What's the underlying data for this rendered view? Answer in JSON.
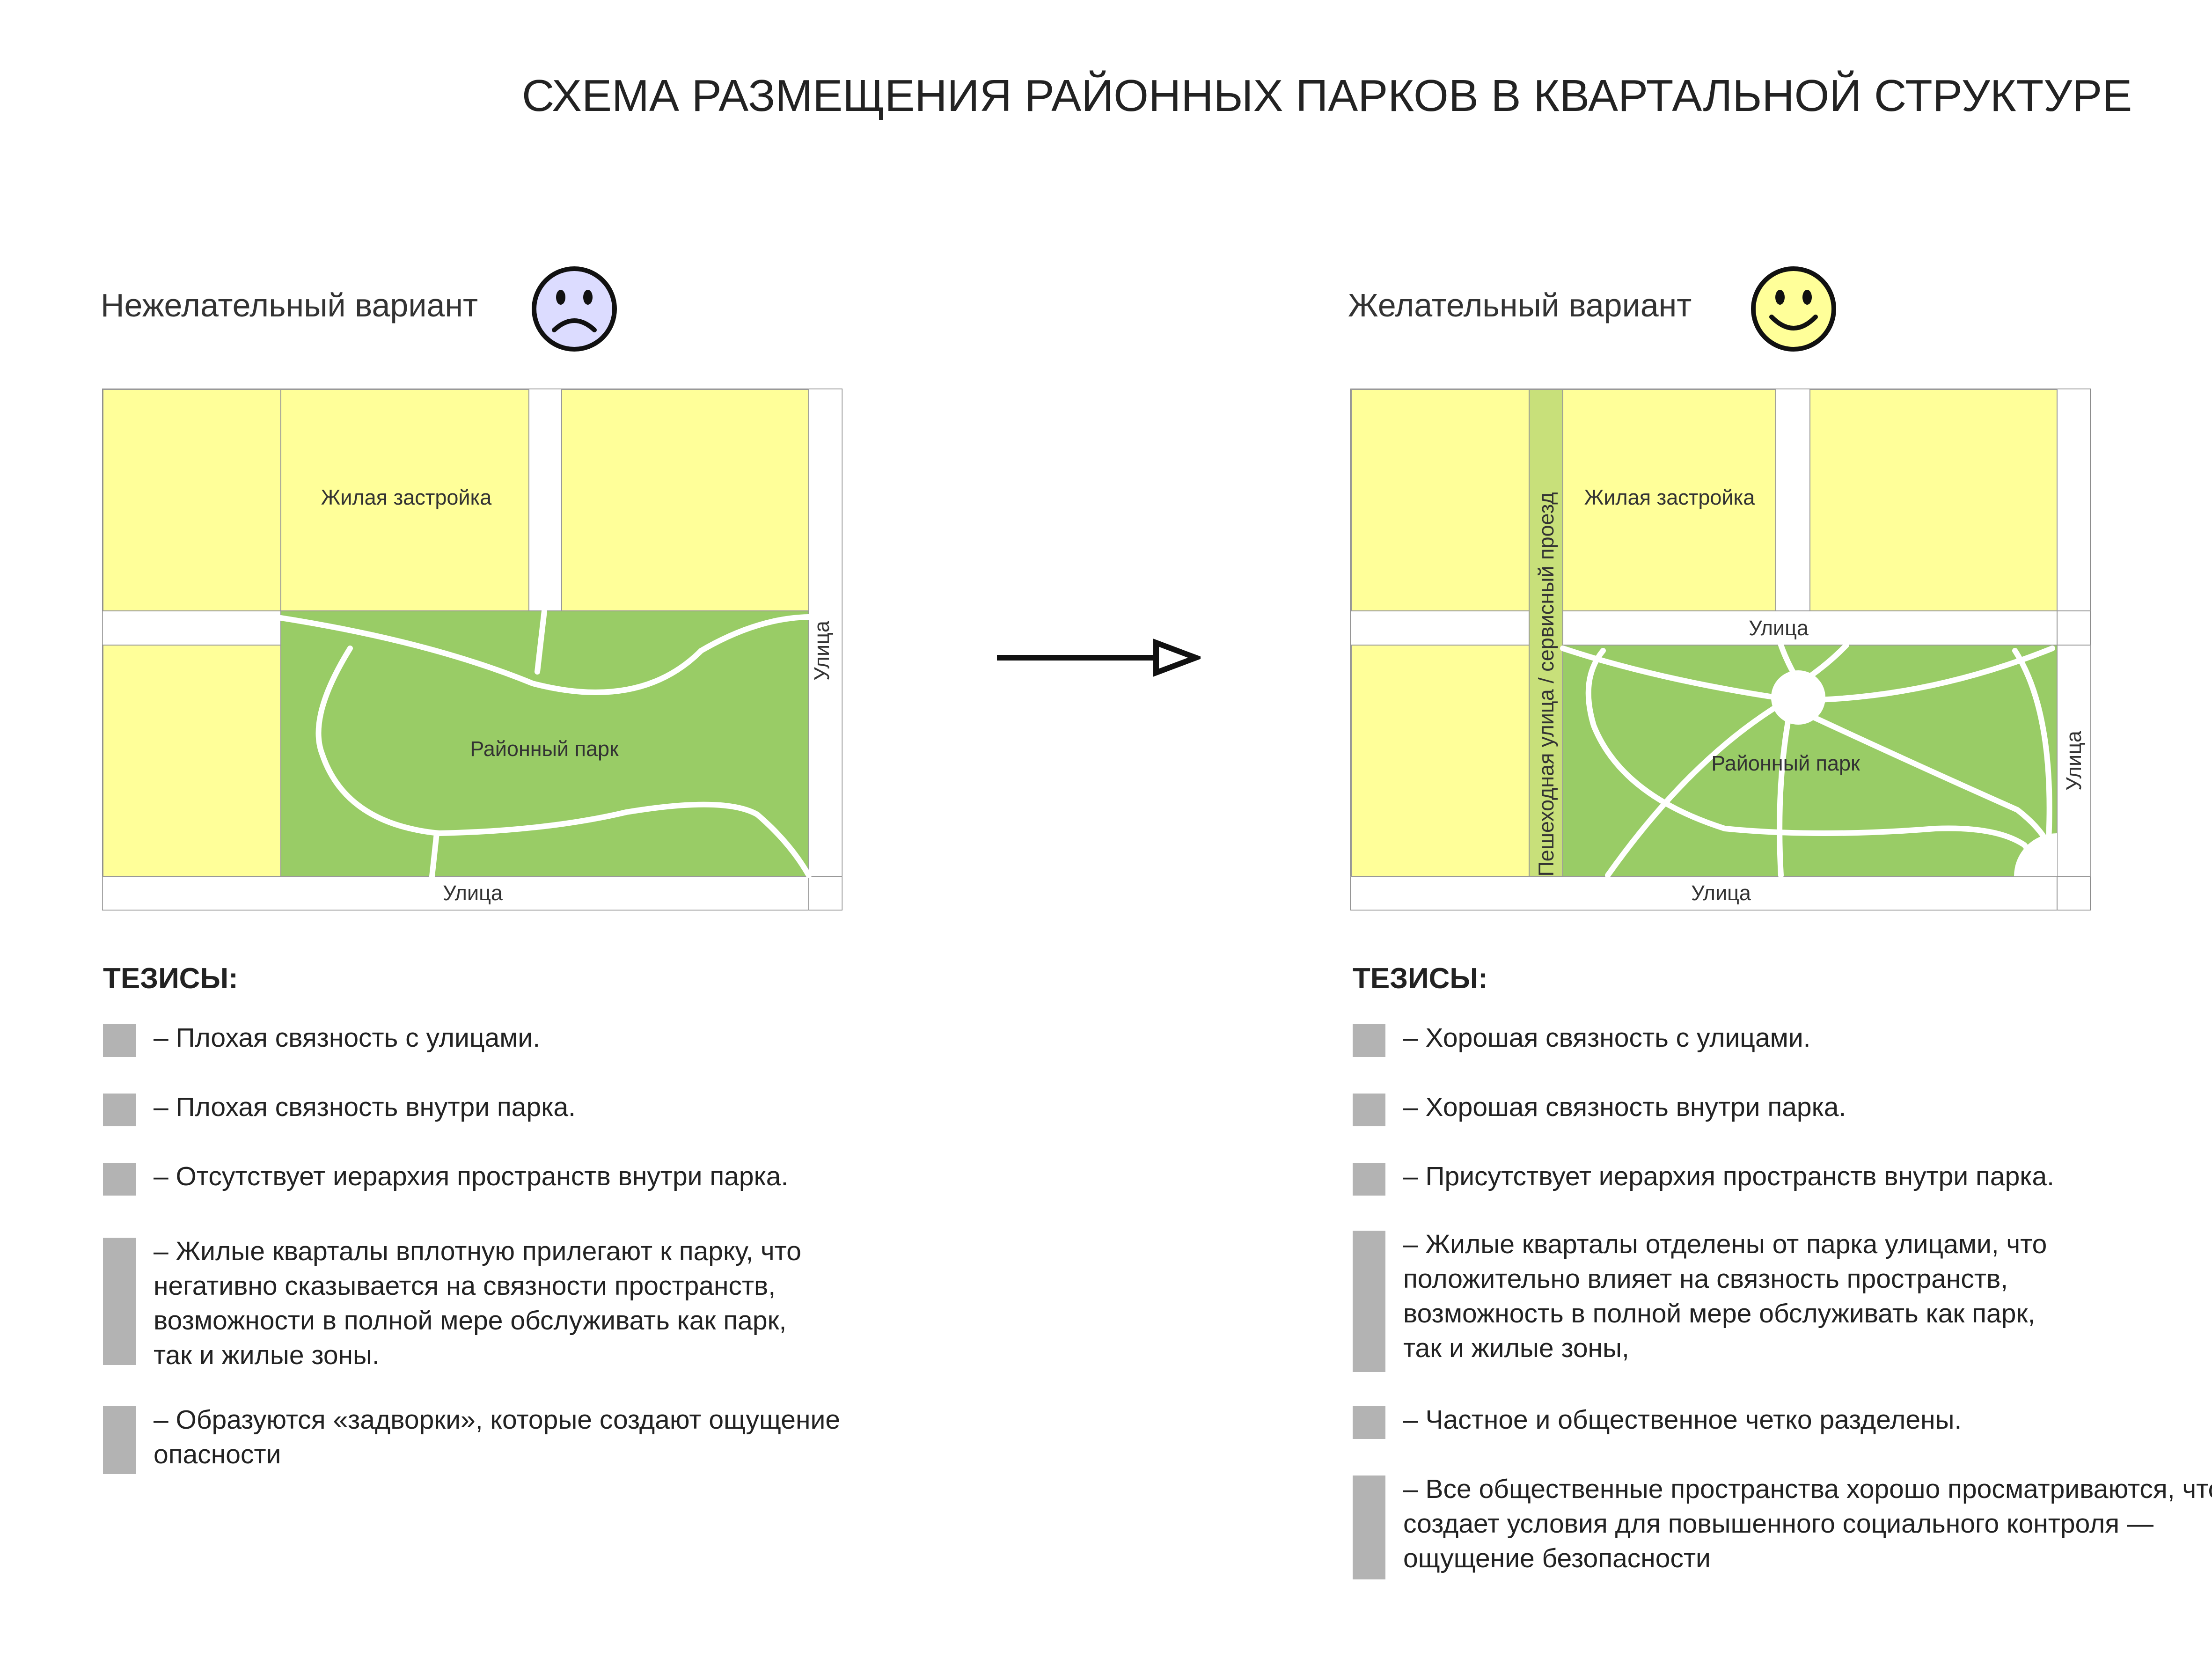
{
  "title": "СХЕМА РАЗМЕЩЕНИЯ РАЙОННЫХ ПАРКОВ В КВАРТАЛЬНОЙ СТРУКТУРЕ",
  "left": {
    "variant_label": "Нежелательный вариант",
    "face": "sad-face-icon",
    "face_color": "#dcdcff",
    "labels": {
      "housing": "Жилая застройка",
      "park": "Районный парк",
      "street_bottom": "Улица",
      "street_side": "Улица"
    },
    "theses_heading": "ТЕЗИСЫ:",
    "theses": [
      "– Плохая связность с улицами.",
      "– Плохая связность внутри парка.",
      "– Отсутствует иерархия пространств внутри парка.",
      "– Жилые кварталы вплотную прилегают к парку, что\nнегативно сказывается на связности пространств,\nвозможности в полной мере обслуживать как парк,\nтак и жилые зоны.",
      "– Образуются «задворки», которые создают ощущение\nопасности"
    ]
  },
  "right": {
    "variant_label": "Желательный вариант",
    "face": "happy-face-icon",
    "face_color": "#ffff99",
    "labels": {
      "housing": "Жилая застройка",
      "park": "Районный парк",
      "street_top": "Улица",
      "street_bottom": "Улица",
      "street_side": "Улица",
      "pedestrian": "Пешеходная улица / сервисный проезд"
    },
    "theses_heading": "ТЕЗИСЫ:",
    "theses": [
      "– Хорошая связность с улицами.",
      "– Хорошая связность внутри парка.",
      "– Присутствует иерархия пространств внутри парка.",
      "– Жилые кварталы отделены от парка улицами, что\nположительно влияет на связность пространств,\nвозможность в полной мере обслуживать как парк,\nтак и жилые зоны,",
      "– Частное и общественное четко разделены.",
      "– Все общественные пространства хорошо просматриваются, что\nсоздает условия для повышенного социального контроля —\nощущение безопасности"
    ]
  },
  "colors": {
    "housing": "#ffff99",
    "park": "#99cc66",
    "pedestrian": "#c8e07a",
    "bullet": "#b3b3b3"
  },
  "arrow_icon": "arrow-right-icon"
}
